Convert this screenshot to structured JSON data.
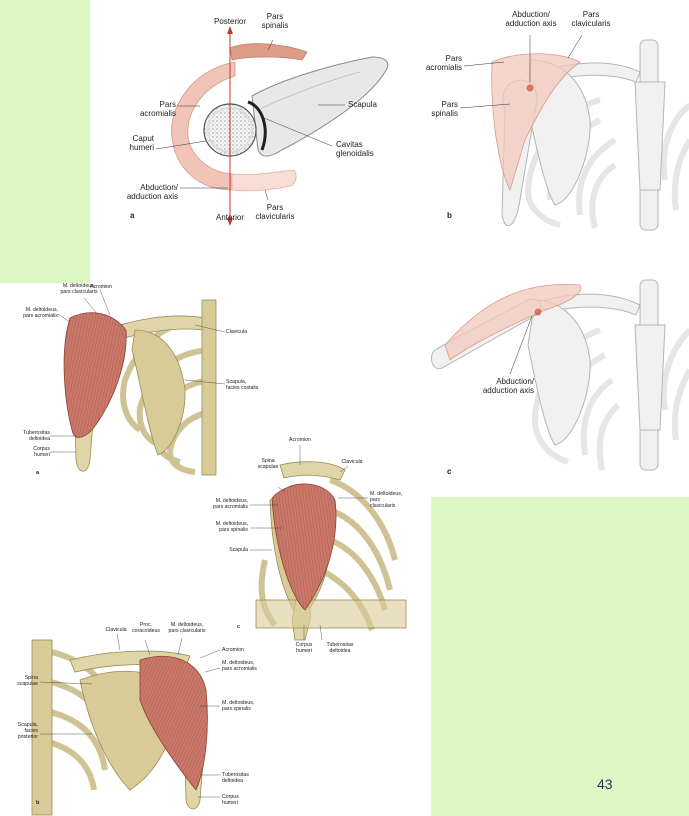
{
  "page_number": "43",
  "colors": {
    "background_panel": "#def7c4",
    "muscle": "#d9a08f",
    "muscle_dark": "#b95f4d",
    "bone": "#d9cfa3",
    "axis": "#c0392b"
  },
  "figure_top_a": {
    "panel_letter": "a",
    "labels": {
      "posterior": "Posterior",
      "anterior": "Anterior",
      "pars_spinalis": "Pars\nspinalis",
      "pars_acromialis": "Pars\nacromialis",
      "caput_humeri": "Caput\nhumeri",
      "abduction_axis": "Abduction/\nadduction axis",
      "scapula": "Scapula",
      "cavitas_glenoidalis": "Cavitas\nglenoidalis",
      "pars_clavicularis": "Pars\nclavicularis"
    }
  },
  "figure_top_b": {
    "panel_letter": "b",
    "labels": {
      "abduction_axis": "Abduction/\nadduction axis",
      "pars_clavicularis": "Pars\nclavicularis",
      "pars_acromialis": "Pars\nacromialis",
      "pars_spinalis": "Pars\nspinalis"
    }
  },
  "figure_c": {
    "panel_letter": "c",
    "labels": {
      "abduction_axis": "Abduction/\nadduction axis"
    }
  },
  "figure_anterior": {
    "panel_letter": "a",
    "labels": {
      "pars_clavicularis": "M. deltoideus,\npars clavicularis",
      "acromion": "Acromion",
      "pars_acromialis": "M. deltoideus,\npars acromialis",
      "clavicula": "Clavicula",
      "scapula_facies_costalis": "Scapula,\nfacies costalis",
      "tuberositas": "Tuberositas\ndeltoidea",
      "corpus": "Corpus\nhumeri"
    }
  },
  "figure_lateral": {
    "panel_letter": "c",
    "labels": {
      "acromion": "Acromion",
      "spina": "Spina\nscapulae",
      "clavicula": "Clavicula",
      "pars_acromialis": "M. deltoideus,\npars acromialis",
      "pars_spinalis": "M. deltoideus,\npars spinalis",
      "pars_clavicularis": "M. deltoideus,\npars\nclavicularis",
      "scapula": "Scapula",
      "corpus": "Corpus\nhumeri",
      "tuberositas": "Tuberositas\ndeltoidea"
    }
  },
  "figure_posterior": {
    "panel_letter": "b",
    "labels": {
      "clavicula": "Clavicula",
      "proc_coracoideus": "Proc.\ncoracoideus",
      "pars_clavicularis": "M. deltoideus,\npars clavicularis",
      "acromion": "Acromion",
      "spina": "Spina\nscapulae",
      "pars_acromialis": "M. deltoideus,\npars acromialis",
      "pars_spinalis": "M. deltoideus,\npars spinalis",
      "scapula_facies_posterior": "Scapula,\nfacies\nposterior",
      "tuberositas": "Tuberositas\ndeltoidea",
      "corpus": "Corpus\nhumeri"
    }
  }
}
